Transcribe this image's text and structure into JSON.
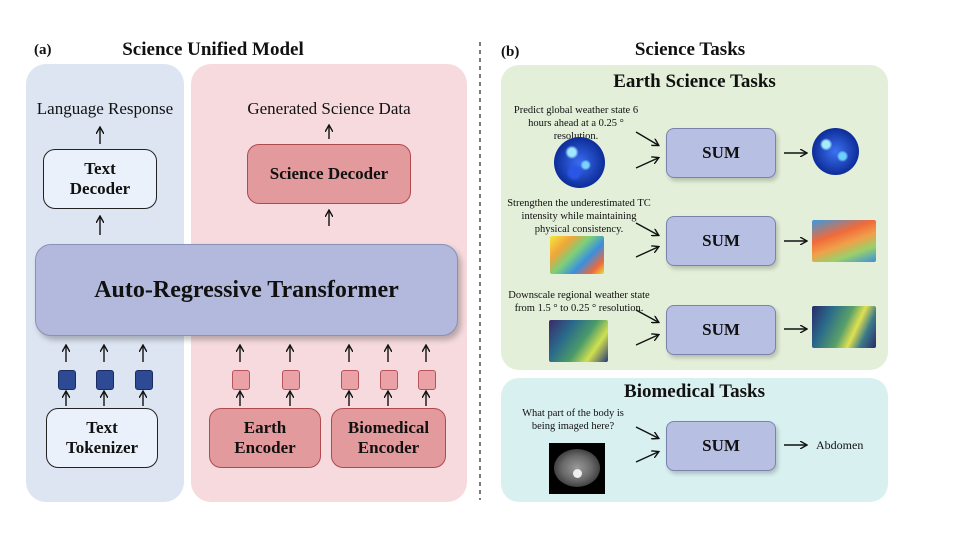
{
  "panel_a": {
    "label": "(a)",
    "title": "Science Unified Model",
    "language_response": "Language Response",
    "generated_science_data": "Generated Science Data",
    "text_decoder": "Text Decoder",
    "science_decoder": "Science Decoder",
    "transformer": "Auto-Regressive Transformer",
    "text_tokenizer": "Text Tokenizer",
    "earth_encoder": "Earth Encoder",
    "biomedical_encoder": "Biomedical Encoder"
  },
  "panel_b": {
    "label": "(b)",
    "title": "Science Tasks",
    "earth_title": "Earth Science Tasks",
    "biomed_title": "Biomedical Tasks",
    "tasks": [
      {
        "prompt": "Predict global weather state 6 hours ahead at a 0.25 ° resolution.",
        "model": "SUM"
      },
      {
        "prompt": "Strengthen the underestimated TC intensity while maintaining physical consistency.",
        "model": "SUM"
      },
      {
        "prompt": "Downscale regional weather state from 1.5 ° to 0.25 ° resolution.",
        "model": "SUM"
      },
      {
        "prompt": "What part of the body is being imaged here?",
        "model": "SUM",
        "output": "Abdomen"
      }
    ]
  },
  "colors": {
    "panel_blue": "#dde5f3",
    "panel_pink": "#f6dadd",
    "earth_green": "#e3efd9",
    "biomed_cyan": "#d9f0f1",
    "transformer": "#b2b9dc",
    "science_red": "#e29a9d",
    "token_blue": "#2f4a95",
    "token_pink": "#eaa2a6"
  }
}
